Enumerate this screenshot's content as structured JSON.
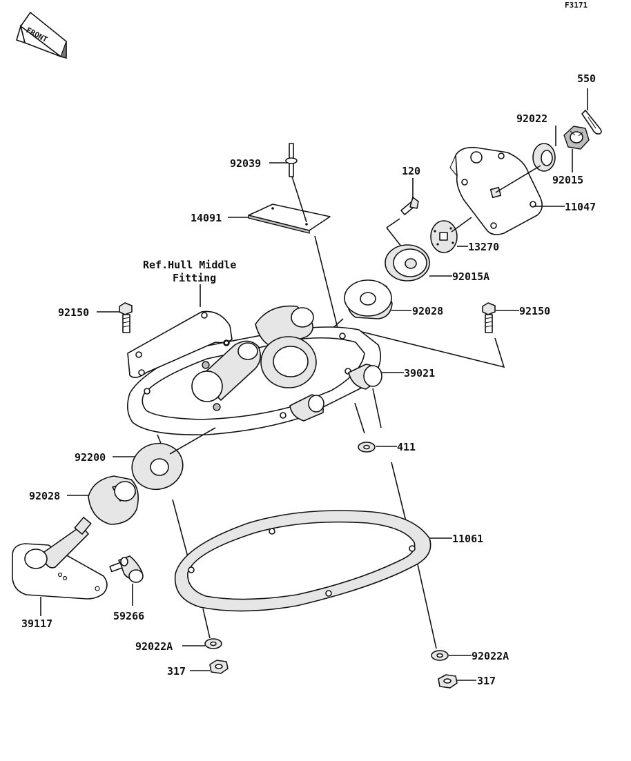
{
  "figure_code": "F3171",
  "front_badge": "FRONT",
  "ref_note": {
    "line1": "Ref.Hull Middle",
    "line2": "Fitting"
  },
  "parts": [
    {
      "id": "p550",
      "number": "550"
    },
    {
      "id": "p92022_top",
      "number": "92022"
    },
    {
      "id": "p92015",
      "number": "92015"
    },
    {
      "id": "p11047",
      "number": "11047"
    },
    {
      "id": "p120",
      "number": "120"
    },
    {
      "id": "p92039",
      "number": "92039"
    },
    {
      "id": "p14091",
      "number": "14091"
    },
    {
      "id": "p13270",
      "number": "13270"
    },
    {
      "id": "p92015A",
      "number": "92015A"
    },
    {
      "id": "p92150_left",
      "number": "92150"
    },
    {
      "id": "p92150_right",
      "number": "92150"
    },
    {
      "id": "p92028_top",
      "number": "92028"
    },
    {
      "id": "p39021",
      "number": "39021"
    },
    {
      "id": "p411",
      "number": "411"
    },
    {
      "id": "p92200",
      "number": "92200"
    },
    {
      "id": "p92028_low",
      "number": "92028"
    },
    {
      "id": "p11061",
      "number": "11061"
    },
    {
      "id": "p39117",
      "number": "39117"
    },
    {
      "id": "p59266",
      "number": "59266"
    },
    {
      "id": "p92022A_left",
      "number": "92022A"
    },
    {
      "id": "p92022A_right",
      "number": "92022A"
    },
    {
      "id": "p317_left",
      "number": "317"
    },
    {
      "id": "p317_right",
      "number": "317"
    }
  ]
}
